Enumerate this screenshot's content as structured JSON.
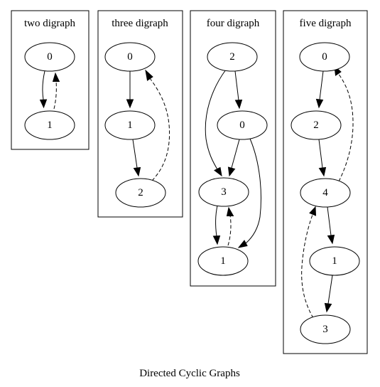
{
  "caption": "Directed Cyclic Graphs",
  "clusters": [
    {
      "title": "two digraph",
      "nodes": {
        "n0": "0",
        "n1": "1"
      },
      "edges": [
        {
          "from": "n0",
          "to": "n1",
          "style": "solid"
        },
        {
          "from": "n1",
          "to": "n0",
          "style": "dashed"
        }
      ]
    },
    {
      "title": "three digraph",
      "nodes": {
        "n0": "0",
        "n1": "1",
        "n2": "2"
      },
      "edges": [
        {
          "from": "n0",
          "to": "n1",
          "style": "solid"
        },
        {
          "from": "n1",
          "to": "n2",
          "style": "solid"
        },
        {
          "from": "n2",
          "to": "n0",
          "style": "dashed"
        }
      ]
    },
    {
      "title": "four digraph",
      "nodes": {
        "n2": "2",
        "n0": "0",
        "n3": "3",
        "n1": "1"
      },
      "edges": [
        {
          "from": "n2",
          "to": "n0",
          "style": "solid"
        },
        {
          "from": "n2",
          "to": "n3",
          "style": "solid"
        },
        {
          "from": "n0",
          "to": "n3",
          "style": "solid"
        },
        {
          "from": "n0",
          "to": "n1",
          "style": "solid"
        },
        {
          "from": "n3",
          "to": "n1",
          "style": "solid"
        },
        {
          "from": "n1",
          "to": "n3",
          "style": "dashed"
        }
      ]
    },
    {
      "title": "five digraph",
      "nodes": {
        "n0": "0",
        "n2": "2",
        "n4": "4",
        "n1": "1",
        "n3": "3"
      },
      "edges": [
        {
          "from": "n0",
          "to": "n2",
          "style": "solid"
        },
        {
          "from": "n2",
          "to": "n4",
          "style": "solid"
        },
        {
          "from": "n4",
          "to": "n0",
          "style": "dashed"
        },
        {
          "from": "n4",
          "to": "n1",
          "style": "solid"
        },
        {
          "from": "n1",
          "to": "n3",
          "style": "solid"
        },
        {
          "from": "n3",
          "to": "n4",
          "style": "dashed"
        }
      ]
    }
  ]
}
